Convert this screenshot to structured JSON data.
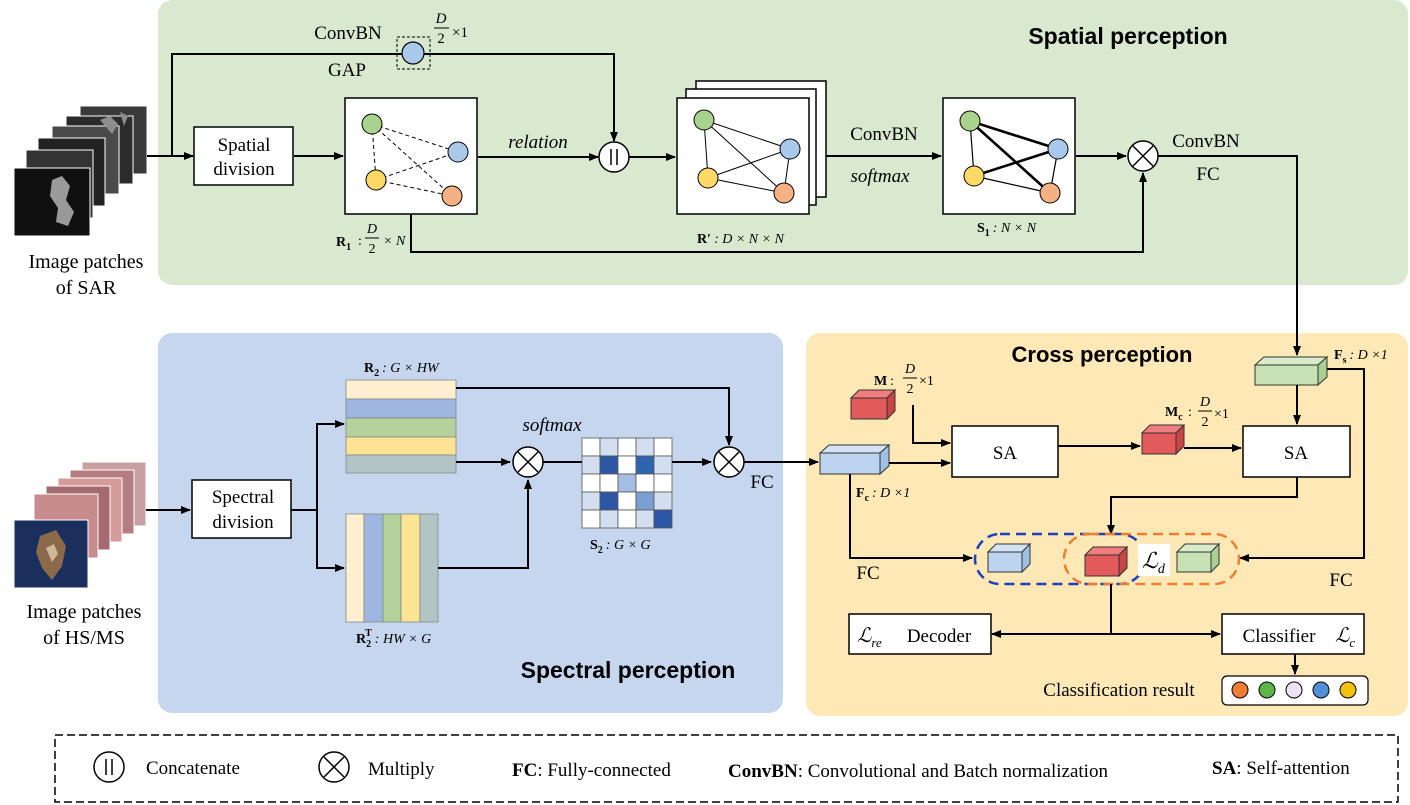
{
  "spatial": {
    "title": "Spatial perception",
    "convbn_top": "ConvBN",
    "gap": "GAP",
    "gap_dim_num": "D",
    "gap_dim_den": "2",
    "gap_dim_rest": "×1",
    "division_line1": "Spatial",
    "division_line2": "division",
    "relation": "relation",
    "convbn_mid": "ConvBN",
    "softmax": "softmax",
    "convbn_right": "ConvBN",
    "fc": "FC",
    "r1_label": "R",
    "r1_sub": "1",
    "r1_colon": ":",
    "r1_num": "D",
    "r1_den": "2",
    "r1_rest": "× N",
    "rprime_label": "R′",
    "rprime_rest": ": D × N × N",
    "s1_label": "S",
    "s1_sub": "1",
    "s1_rest": ": N × N",
    "sar_caption_line1": "Image patches",
    "sar_caption_line2": "of SAR"
  },
  "spectral": {
    "title": "Spectral perception",
    "division_line1": "Spectral",
    "division_line2": "division",
    "r2_label": "R",
    "r2_sub": "2",
    "r2_rest": ": G × HW",
    "r2t_label": "R",
    "r2t_sub": "2",
    "r2t_sup": "T",
    "r2t_rest": ": HW × G",
    "softmax": "softmax",
    "s2_label": "S",
    "s2_sub": "2",
    "s2_rest": ": G × G",
    "fc": "FC",
    "hs_caption_line1": "Image patches",
    "hs_caption_line2": "of HS/MS"
  },
  "cross": {
    "title": "Cross perception",
    "m_label": "M",
    "m_colon": ":",
    "m_num": "D",
    "m_den": "2",
    "m_rest": "×1",
    "mc_label": "M",
    "mc_sub": "c",
    "mc_colon": ":",
    "mc_num": "D",
    "mc_den": "2",
    "mc_rest": "×1",
    "fs_label": "F",
    "fs_sub": "s",
    "fs_rest": ": D ×1",
    "fc_label": "F",
    "fc_sub": "c",
    "fc_rest": ": D ×1",
    "sa1": "SA",
    "sa2": "SA",
    "fc_left": "FC",
    "fc_right": "FC",
    "ld_script": "ℒ",
    "ld_sub": "d",
    "decoder": "Decoder",
    "lre_script": "ℒ",
    "lre_sub": "re",
    "classifier": "Classifier",
    "lc_script": "ℒ",
    "lc_sub": "c",
    "classification_result": "Classification result",
    "result_colors": [
      "#ef7e30",
      "#5db546",
      "#ece3f5",
      "#4f8fd6",
      "#f4c20d"
    ]
  },
  "legend": {
    "concat_symbol": "||",
    "concat": "Concatenate",
    "multiply": "Multiply",
    "fc_key": "FC",
    "fc_desc": ": Fully-connected",
    "convbn_key": "ConvBN",
    "convbn_desc": ": Convolutional and Batch normalization",
    "sa_key": "SA",
    "sa_desc": ": Self-attention"
  },
  "colors": {
    "spatial_bg": "#d9e9d0",
    "spectral_bg": "#c6d6ee",
    "cross_bg": "#fde8b6",
    "node_green": "#a9d28c",
    "node_blue": "#a9c9ea",
    "node_yellow": "#ffd966",
    "node_orange": "#f4b183",
    "cube_red": "#e35a5a",
    "cube_blue": "#bcd4ef",
    "cube_green": "#c6e2b5",
    "dash_blue": "#1f3fbf",
    "dash_orange": "#ef7e30"
  }
}
